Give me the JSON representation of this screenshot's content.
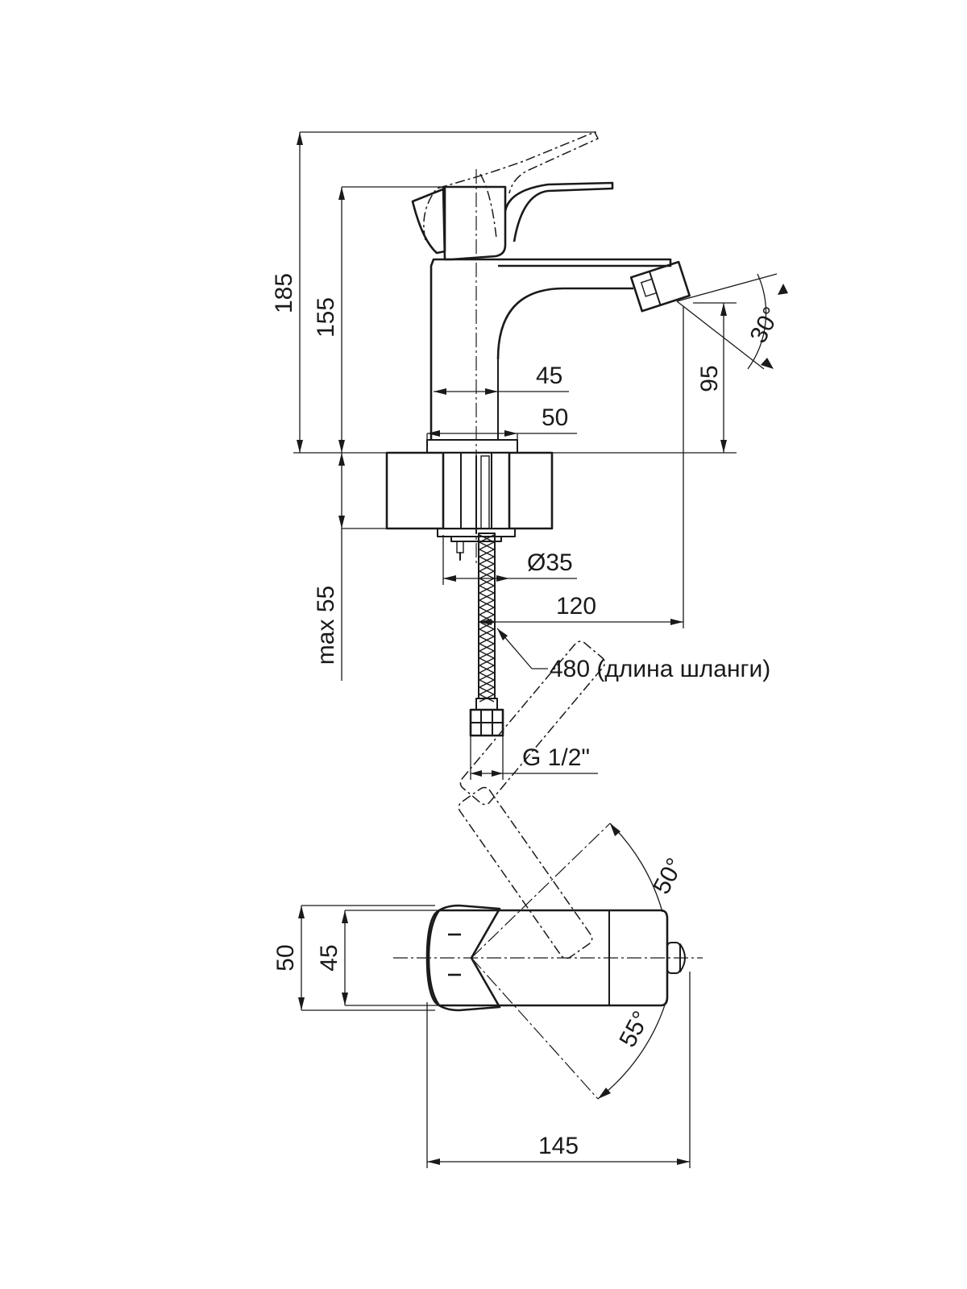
{
  "side_view": {
    "dimensions": {
      "total_height": "185",
      "lever_height": "155",
      "spout_height": "95",
      "spray_angle": "30°",
      "body_width": "45",
      "base_width": "50",
      "thread_diameter": "Ø35",
      "spout_reach": "120",
      "max_deck_thickness": "max 55",
      "hose_length": "480 (длина шланги)",
      "connection_thread": "G 1/2\""
    }
  },
  "top_view": {
    "dimensions": {
      "total_width": "50",
      "body_width": "45",
      "rotation_left": "50°",
      "rotation_right": "55°",
      "total_length": "145"
    }
  },
  "colors": {
    "ink": "#1a1a1a",
    "background": "#ffffff"
  }
}
